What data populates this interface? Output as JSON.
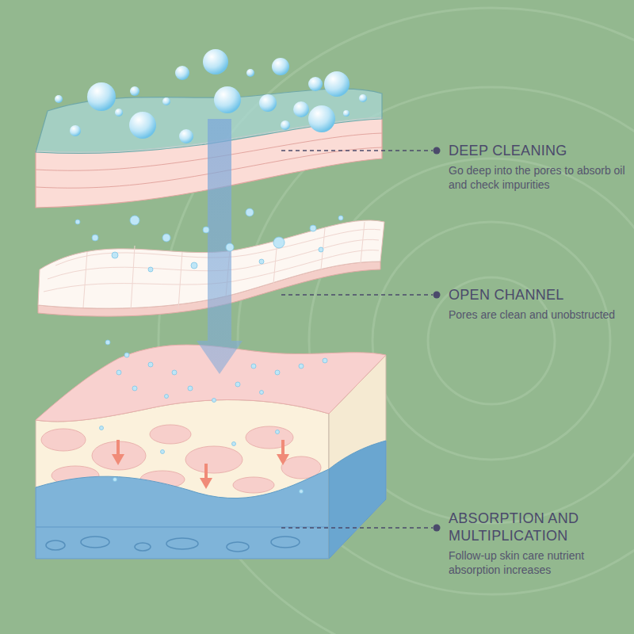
{
  "diagram": {
    "labels": [
      "DEEP CLEANING",
      "Go deep into the pores to absorb oil and check impurities",
      "OPEN CHANNEL",
      "Pores are clean and unobstructed",
      "ABSORPTION AND MULTIPLICATION",
      "Follow-up skin care nutrient absorption increases"
    ]
  }
}
